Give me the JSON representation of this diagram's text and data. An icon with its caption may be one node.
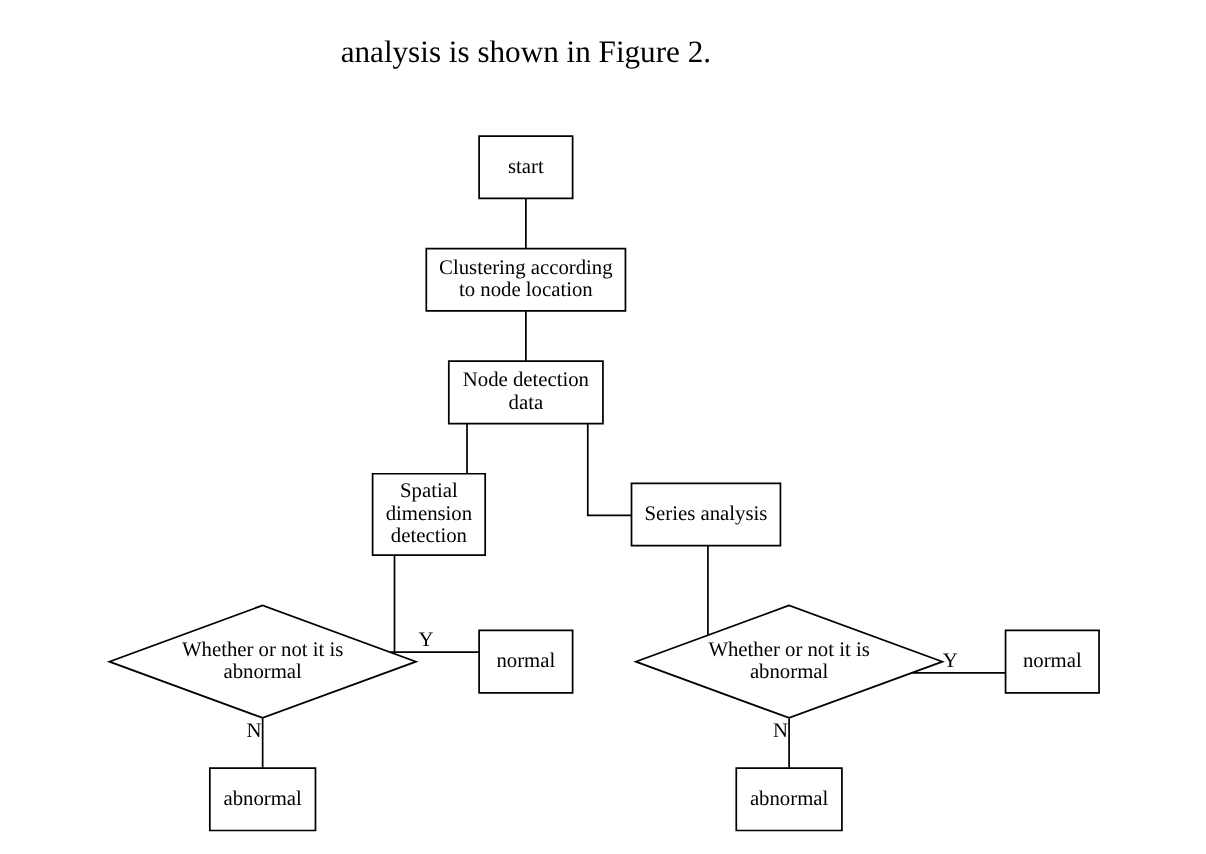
{
  "diagram": {
    "nodes": [
      {
        "text": [
          "start"
        ]
      },
      {
        "text": [
          "Clustering according to node location"
        ]
      },
      {
        "text": [
          "Node detection data"
        ]
      },
      {
        "text": [
          "Spatial dimension detection"
        ]
      },
      {
        "text": [
          "Series analysis"
        ]
      },
      {
        "text": [
          "Whether or not it is abnormal"
        ]
      },
      {
        "text": [
          "Whether or not it is abnormal"
        ]
      },
      {
        "text": [
          "normal"
        ]
      },
      {
        "text": [
          "abnormal"
        ]
      },
      {
        "text": [
          "abnormal"
        ]
      },
      {
        "text": [
          "normal"
        ]
      }
    ],
    "edges": [
      {
        "from": 0,
        "to": 1,
        "arrow": "none"
      },
      {
        "from": 1,
        "to": 2,
        "arrow": "none"
      },
      {
        "from": 2,
        "to": 3,
        "arrow": "none"
      },
      {
        "from": 2,
        "to": 4,
        "arrow": "none"
      },
      {
        "from": 3,
        "to": 5,
        "arrow": "none"
      },
      {
        "from": 4,
        "to": 6,
        "arrow": "none"
      },
      {
        "from": 5,
        "to": 7,
        "label": "Y",
        "arrow": "none"
      },
      {
        "from": 5,
        "to": 8,
        "label": "N",
        "arrow": "none"
      },
      {
        "from": 6,
        "to": 9,
        "label": "N",
        "arrow": "none"
      },
      {
        "from": 6,
        "to": 10,
        "label": "Y",
        "arrow": "none"
      }
    ],
    "labels": [
      "analysis is shown in Figure 2."
    ]
  }
}
